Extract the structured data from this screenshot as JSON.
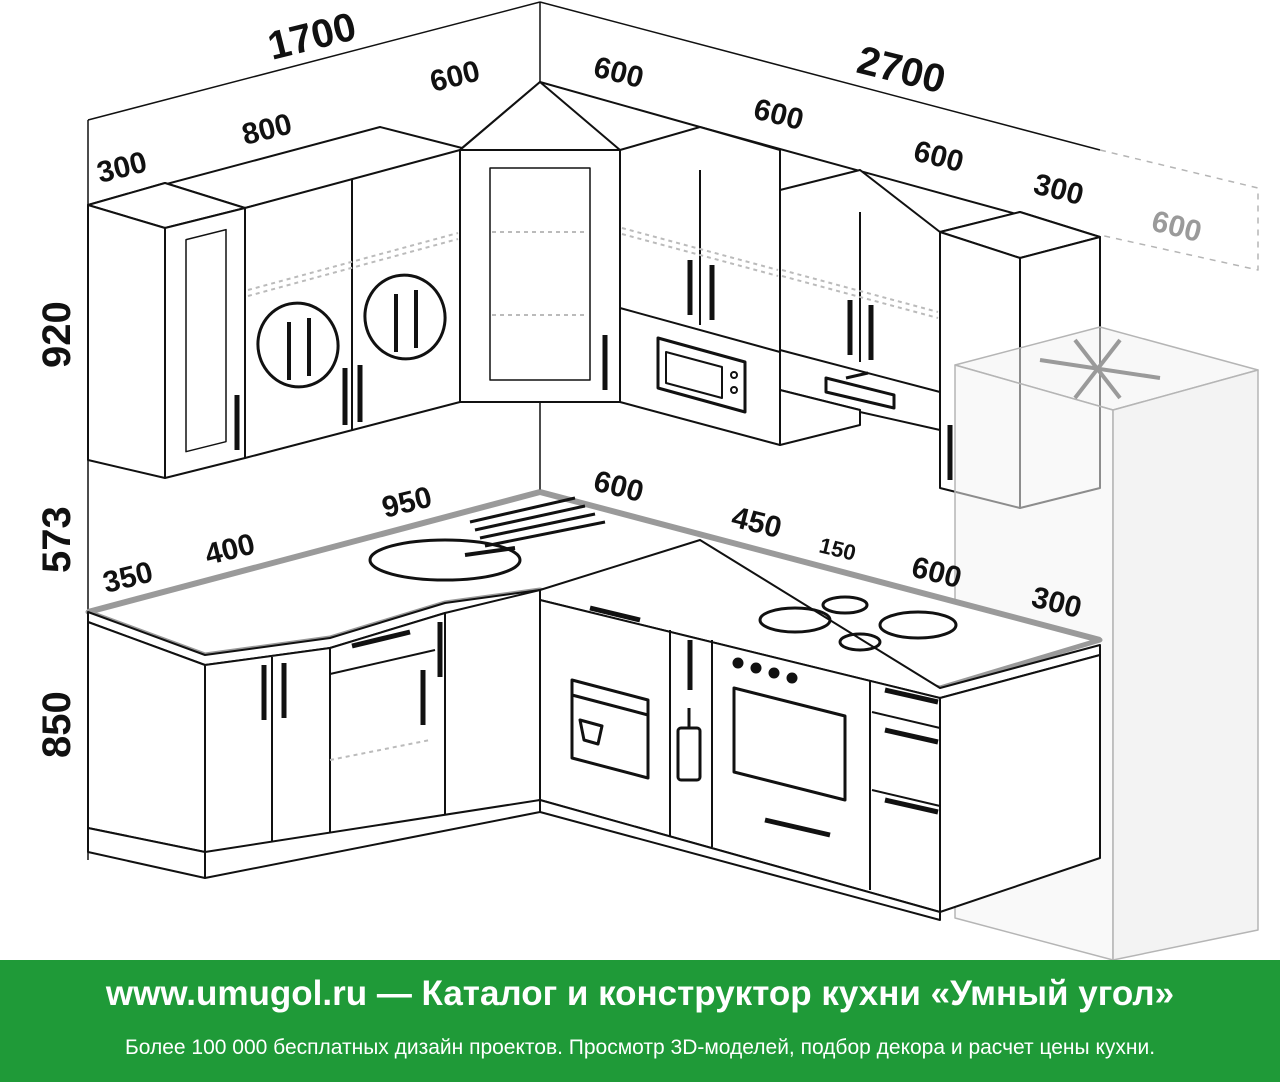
{
  "colors": {
    "footer_bg": "#1f9a38",
    "line": "#111111",
    "ghost": "#9a9a9a",
    "counter_edge": "#9a9a9a"
  },
  "dimensions": {
    "top_left_total": "1700",
    "top_right_total": "2700",
    "upper_300_left": "300",
    "upper_800": "800",
    "upper_600_corner": "600",
    "upper_600_a": "600",
    "upper_600_b": "600",
    "upper_600_c": "600",
    "upper_300_right": "300",
    "fridge_depth": "600",
    "height_920": "920",
    "height_573": "573",
    "height_850": "850",
    "lower_350": "350",
    "lower_400": "400",
    "lower_950": "950",
    "lower_600_corner": "600",
    "lower_450": "450",
    "lower_150": "150",
    "lower_600_hob": "600",
    "lower_300": "300"
  },
  "icons": [
    "cutlery-plate-icon",
    "microwave-icon",
    "range-hood-icon",
    "sink-icon",
    "dishwasher-icon",
    "bottle-icon",
    "oven-icon",
    "hob-icon",
    "snowflake-icon"
  ],
  "footer": {
    "title": "www.umugol.ru — Каталог и конструктор кухни «Умный угол»",
    "subtitle": "Более 100 000 бесплатных дизайн проектов. Просмотр 3D-моделей, подбор декора и расчет цены кухни."
  }
}
